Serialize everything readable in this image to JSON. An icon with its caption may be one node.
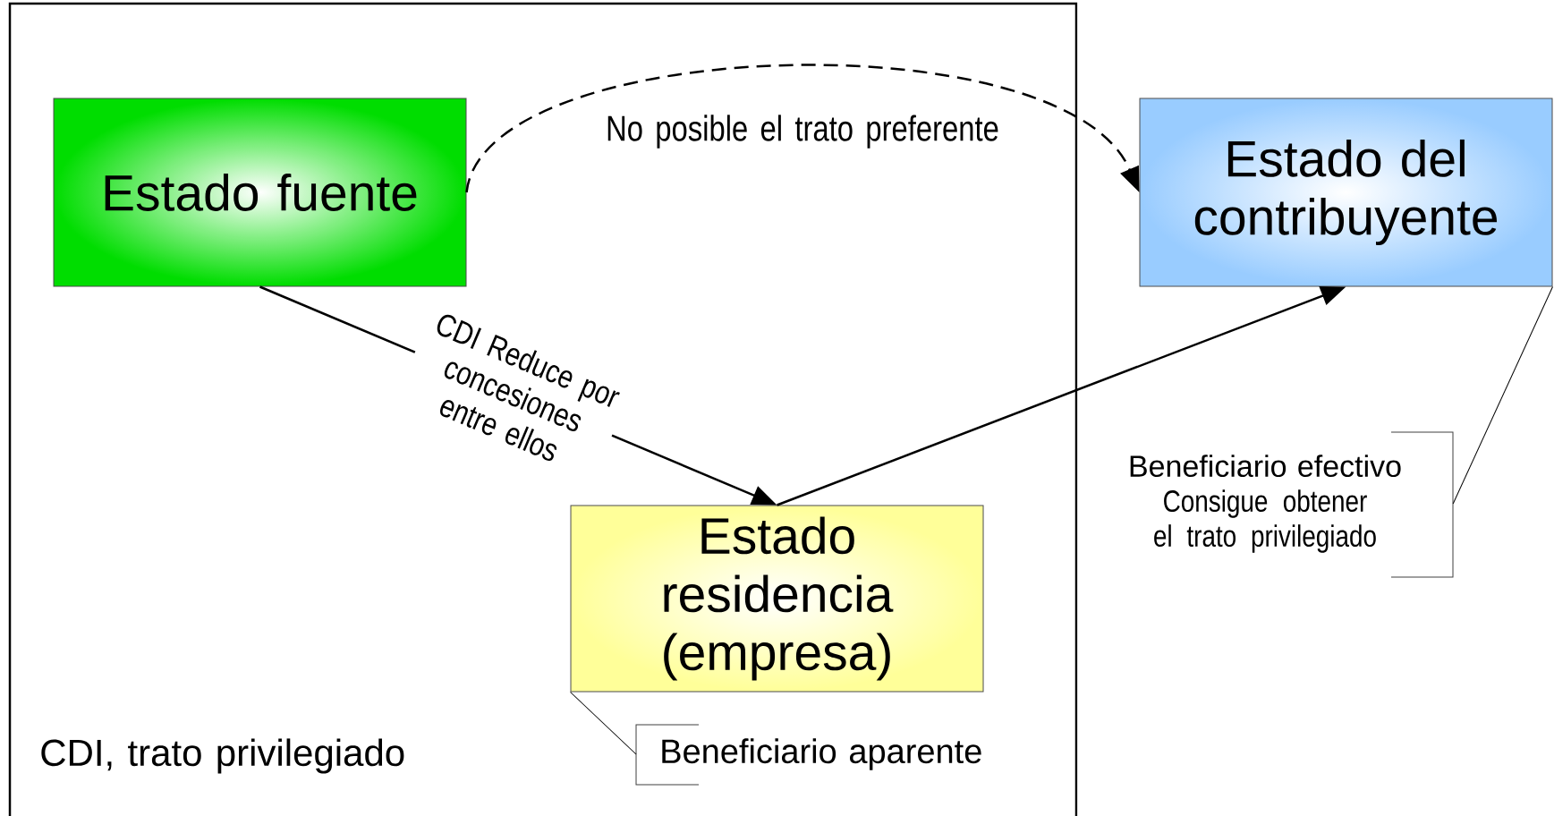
{
  "diagram": {
    "nodes": [
      {
        "text": [
          "CDI, trato privilegiado"
        ]
      },
      {
        "text": [
          "Estado fuente"
        ],
        "in": 0
      },
      {
        "text": [
          "Estado del contribuyente"
        ]
      },
      {
        "text": [
          "Estado residencia (empresa)"
        ],
        "in": 0
      },
      {
        "text": [
          "Beneficiario efectivo",
          "Consigue obtener el trato privilegiado"
        ]
      },
      {
        "text": [
          "Beneficiario aparente"
        ],
        "in": 0
      }
    ],
    "edges": [
      {
        "from": 1,
        "to": 2,
        "arrow": "to",
        "style": "dashed",
        "label": "No posible el trato preferente"
      },
      {
        "from": 1,
        "to": 3,
        "arrow": "to",
        "label": "CDI Reduce por concesiones entre ellos"
      },
      {
        "from": 3,
        "to": 2,
        "arrow": "to"
      },
      {
        "from": 4,
        "to": 2,
        "arrow": "none"
      },
      {
        "from": 5,
        "to": 3,
        "arrow": "none"
      }
    ]
  }
}
